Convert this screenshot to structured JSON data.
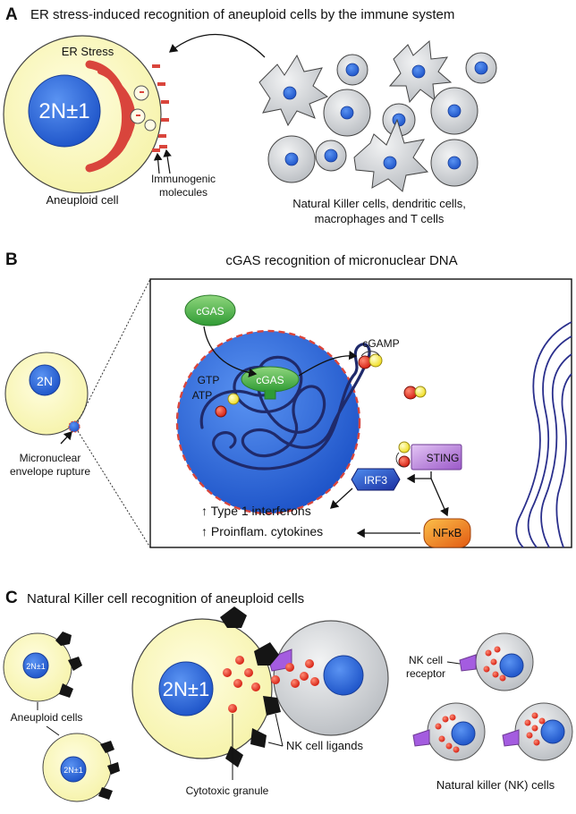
{
  "panelA": {
    "letter": "A",
    "title": "ER stress-induced recognition of aneuploid cells by the immune system",
    "er_stress": "ER Stress",
    "nucleus": "2N±1",
    "cell_label": "Aneuploid cell",
    "immunogenic_1": "Immunogenic",
    "immunogenic_2": "molecules",
    "immune_1": "Natural Killer cells, dendritic cells,",
    "immune_2": "macrophages and T cells"
  },
  "panelB": {
    "letter": "B",
    "title": "cGAS recognition of micronuclear DNA",
    "nucleus": "2N",
    "rupture_1": "Micronuclear",
    "rupture_2": "envelope rupture",
    "cgas_free": "cGAS",
    "cgas_bound": "cGAS",
    "cgamp": "cGAMP",
    "gtp": "GTP",
    "atp": "ATP",
    "sting": "STING",
    "irf3": "IRF3",
    "nfkb": "NFκB",
    "out1": "↑ Type 1 interferons",
    "out2": "↑ Proinflam. cytokines"
  },
  "panelC": {
    "letter": "C",
    "title": "Natural Killer cell recognition of aneuploid cells",
    "small_nucleus_1": "2N±1",
    "small_nucleus_2": "2N±1",
    "big_nucleus": "2N±1",
    "aneuploid_cells": "Aneuploid cells",
    "ligands": "NK cell ligands",
    "granule": "Cytotoxic granule",
    "receptor_1": "NK cell",
    "receptor_2": "receptor",
    "nk_cells": "Natural killer (NK) cells"
  },
  "colors": {
    "cytoplasm": "#fdfbc0",
    "nucleus": "#2d6be0",
    "er": "#d9453c",
    "immune_cell": "#cfd3d7",
    "dna": "#1f2a6b",
    "cgas": "#54b54a",
    "sting": "#b57ad6",
    "irf3": "#2a3fb0",
    "nfkb": "#ec7a1c",
    "granule": "#e02a1f",
    "ligand": "#151515",
    "receptor": "#a45ce0"
  }
}
